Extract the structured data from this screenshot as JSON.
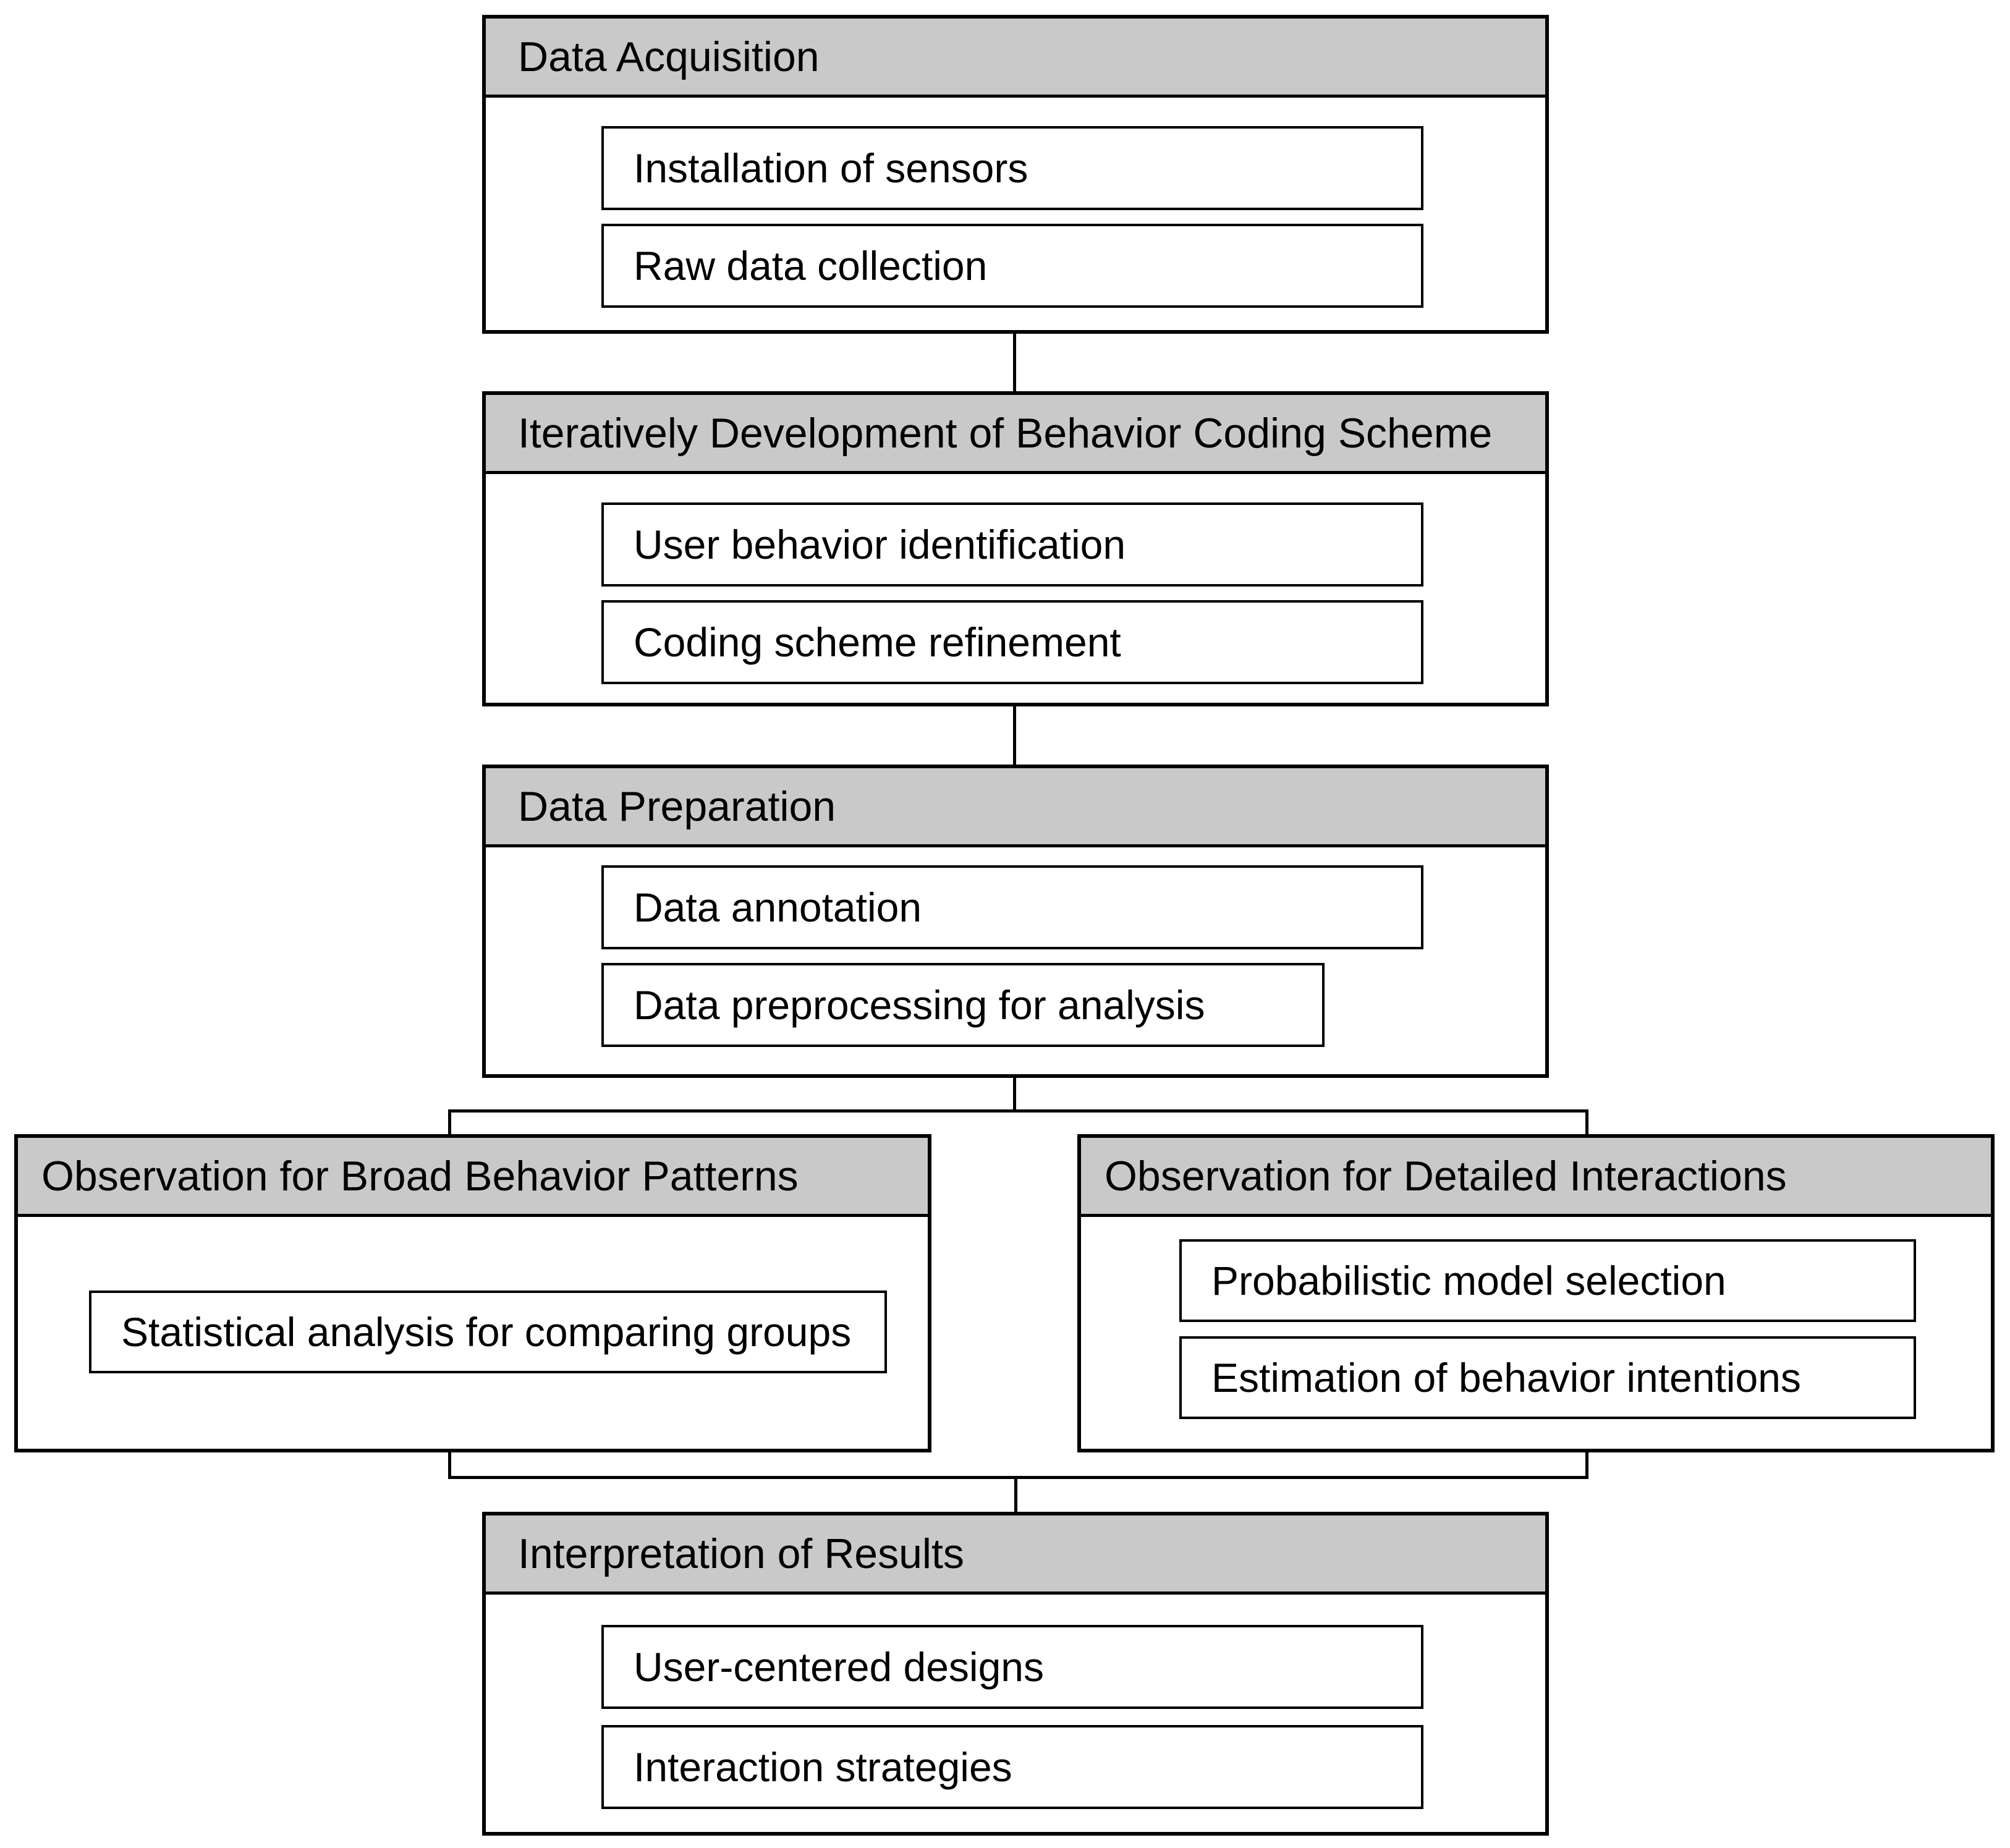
{
  "diagram": {
    "type": "flowchart",
    "background": "#ffffff",
    "colors": {
      "header_fill": "#c9c9c9",
      "box_fill": "#ffffff",
      "border": "#000000",
      "text": "#000000"
    },
    "sections": [
      {
        "id": "data-acquisition",
        "title": "Data Acquisition",
        "items": [
          "Installation of sensors",
          "Raw data collection"
        ]
      },
      {
        "id": "behavior-coding-scheme",
        "title": "Iteratively Development of Behavior Coding Scheme",
        "items": [
          "User behavior identification",
          "Coding scheme refinement"
        ]
      },
      {
        "id": "data-preparation",
        "title": "Data Preparation",
        "items": [
          "Data annotation",
          "Data preprocessing for analysis"
        ]
      },
      {
        "id": "broad-behavior-patterns",
        "title": "Observation for Broad Behavior Patterns",
        "items": [
          "Statistical analysis for comparing groups"
        ]
      },
      {
        "id": "detailed-interactions",
        "title": "Observation for Detailed Interactions",
        "items": [
          "Probabilistic model selection",
          "Estimation of behavior intentions"
        ]
      },
      {
        "id": "interpretation-of-results",
        "title": "Interpretation of Results",
        "items": [
          "User-centered designs",
          "Interaction strategies"
        ]
      }
    ]
  }
}
